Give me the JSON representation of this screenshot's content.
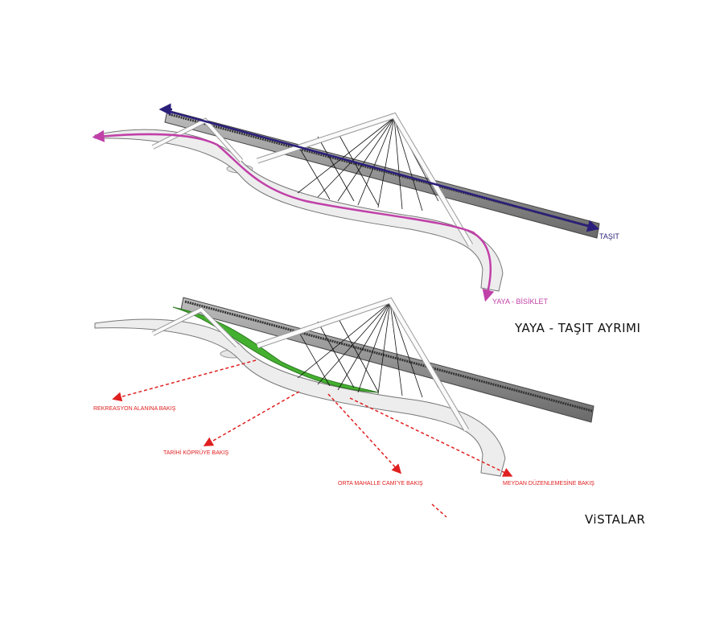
{
  "top_diagram": {
    "title": "YAYA - TAŞIT AYRIMI",
    "vehicle_label": "TAŞIT",
    "pedestrian_label": "YAYA - BİSİKLET",
    "colors": {
      "vehicle": "#2a1f7a",
      "pedestrian": "#c040a8"
    }
  },
  "bottom_diagram": {
    "title": "ViSTALAR",
    "views": [
      {
        "label": "REKREASYON ALANINA BAKIŞ"
      },
      {
        "label": "TARİHİ KÖPRÜYE BAKIŞ"
      },
      {
        "label": "ORTA MAHALLE CAMİ'YE BAKIŞ"
      },
      {
        "label": "MEYDAN DÜZENLEMESİNE BAKIŞ"
      }
    ],
    "colors": {
      "view_arrow": "#e02020",
      "green_path": "#44b030"
    }
  }
}
